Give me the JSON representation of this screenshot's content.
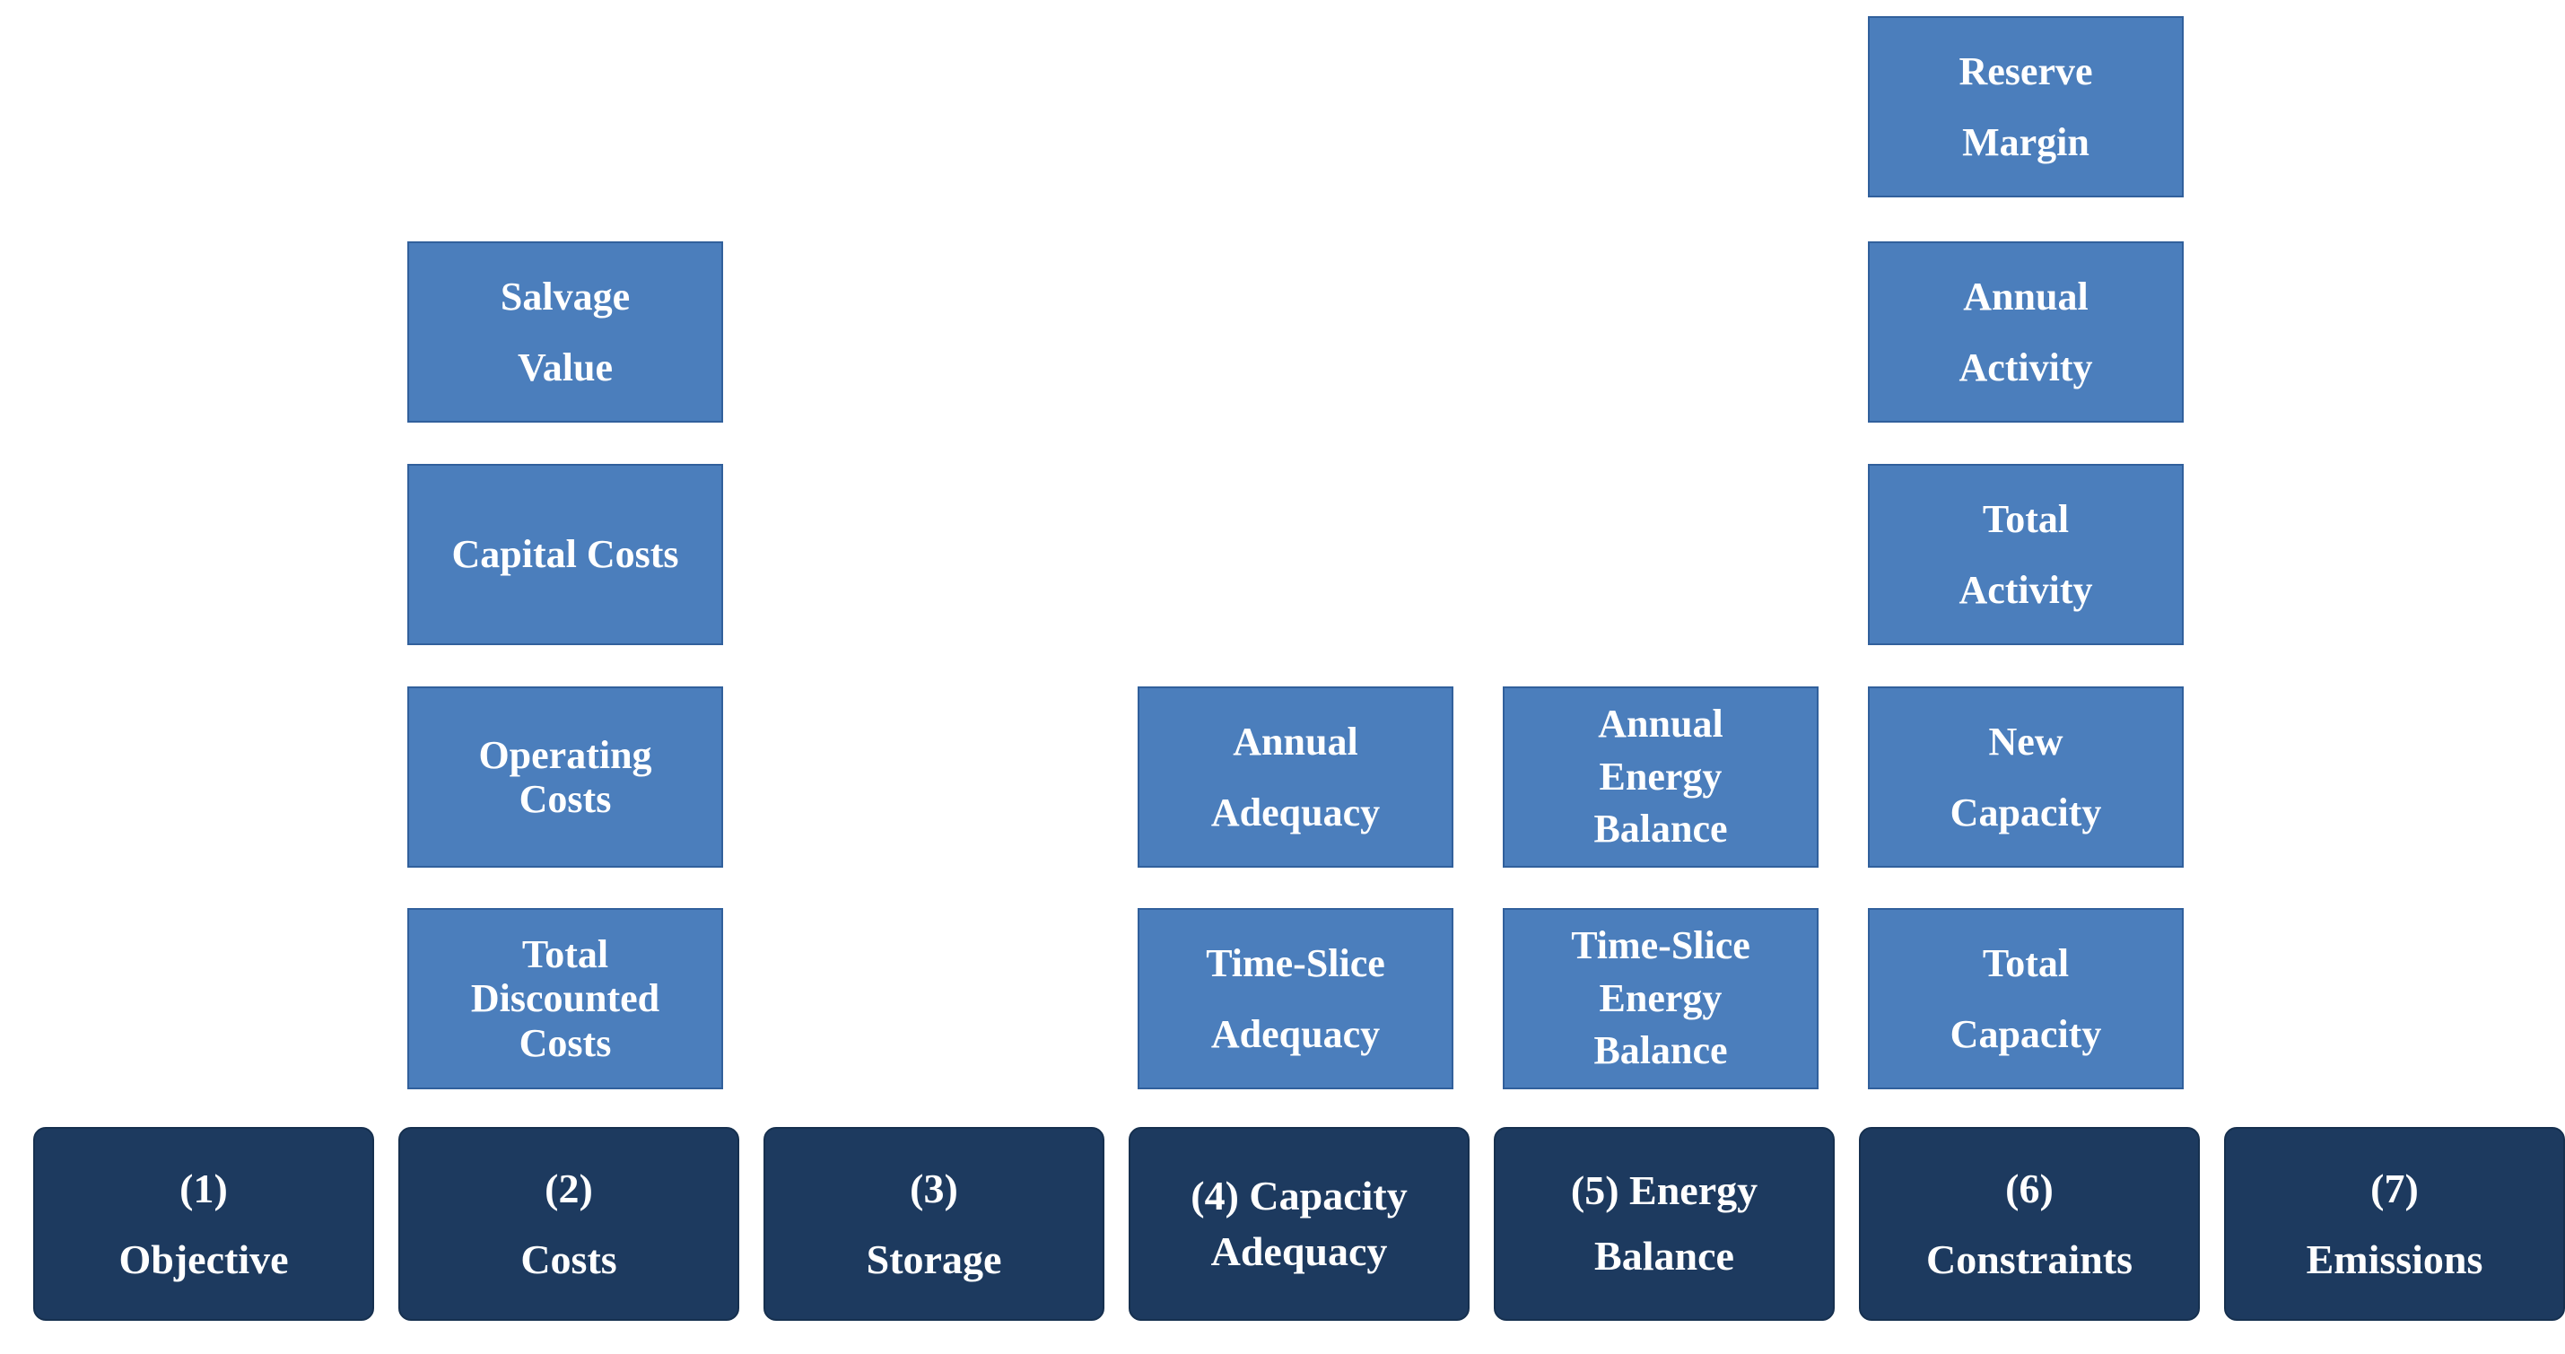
{
  "colors": {
    "light_box_fill": "#4B7EBC",
    "light_box_border": "#31609C",
    "dark_box_fill": "#1D3A5F",
    "dark_box_border": "#16304F",
    "text_color": "#FFFFFF",
    "background": "#FFFFFF"
  },
  "boxes": {
    "reserve_margin": {
      "lines": [
        "Reserve",
        "Margin"
      ]
    },
    "salvage_value": {
      "lines": [
        "Salvage",
        "Value"
      ]
    },
    "annual_activity": {
      "lines": [
        "Annual",
        "Activity"
      ]
    },
    "capital_costs": {
      "lines": [
        "Capital Costs"
      ]
    },
    "total_activity": {
      "lines": [
        "Total",
        "Activity"
      ]
    },
    "operating_costs": {
      "lines": [
        "Operating",
        "Costs"
      ]
    },
    "annual_adequacy": {
      "lines": [
        "Annual",
        "Adequacy"
      ]
    },
    "annual_energy_balance": {
      "lines": [
        "Annual",
        "Energy",
        "Balance"
      ]
    },
    "new_capacity": {
      "lines": [
        "New",
        "Capacity"
      ]
    },
    "total_discounted_costs": {
      "lines": [
        "Total",
        "Discounted",
        "Costs"
      ]
    },
    "time_slice_adequacy": {
      "lines": [
        "Time-Slice",
        "Adequacy"
      ]
    },
    "time_slice_energy_balance": {
      "lines": [
        "Time-Slice",
        "Energy",
        "Balance"
      ]
    },
    "total_capacity": {
      "lines": [
        "Total",
        "Capacity"
      ]
    }
  },
  "bottom_row": {
    "objective": {
      "lines": [
        "(1)",
        "Objective"
      ]
    },
    "costs": {
      "lines": [
        "(2)",
        "Costs"
      ]
    },
    "storage": {
      "lines": [
        "(3)",
        "Storage"
      ]
    },
    "capacity_adequacy": {
      "lines": [
        "(4) Capacity",
        "Adequacy"
      ]
    },
    "energy_balance": {
      "lines": [
        "(5) Energy",
        "Balance"
      ]
    },
    "constraints": {
      "lines": [
        "(6)",
        "Constraints"
      ]
    },
    "emissions": {
      "lines": [
        "(7)",
        "Emissions"
      ]
    }
  }
}
